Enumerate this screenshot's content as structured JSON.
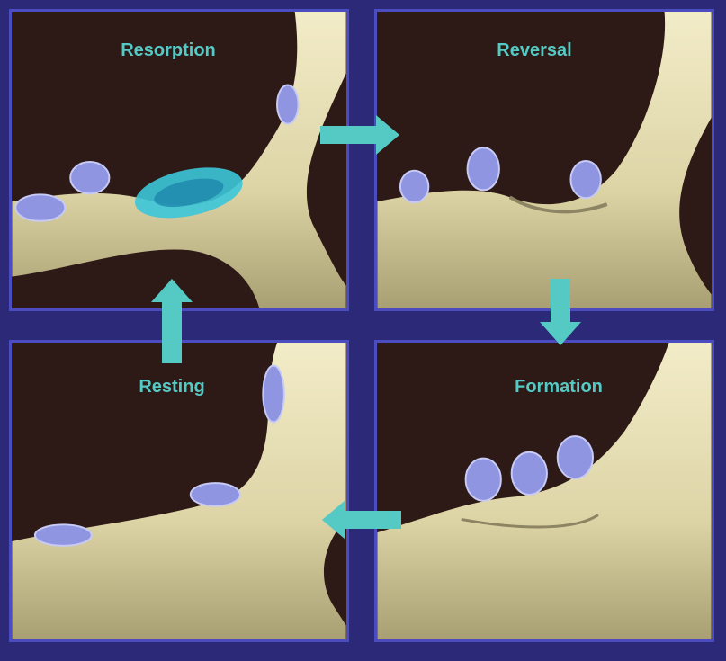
{
  "panels": {
    "resorption": {
      "label": "Resorption"
    },
    "reversal": {
      "label": "Reversal"
    },
    "resting": {
      "label": "Resting"
    },
    "formation": {
      "label": "Formation"
    }
  },
  "colors": {
    "frame": "#2c2a78",
    "panel_border": "#4a4cc0",
    "background": "#2d1a17",
    "bone": "#e3dcb4",
    "cell": "#8f95e0",
    "arrow": "#55c9c4",
    "label": "#55c9c4"
  }
}
